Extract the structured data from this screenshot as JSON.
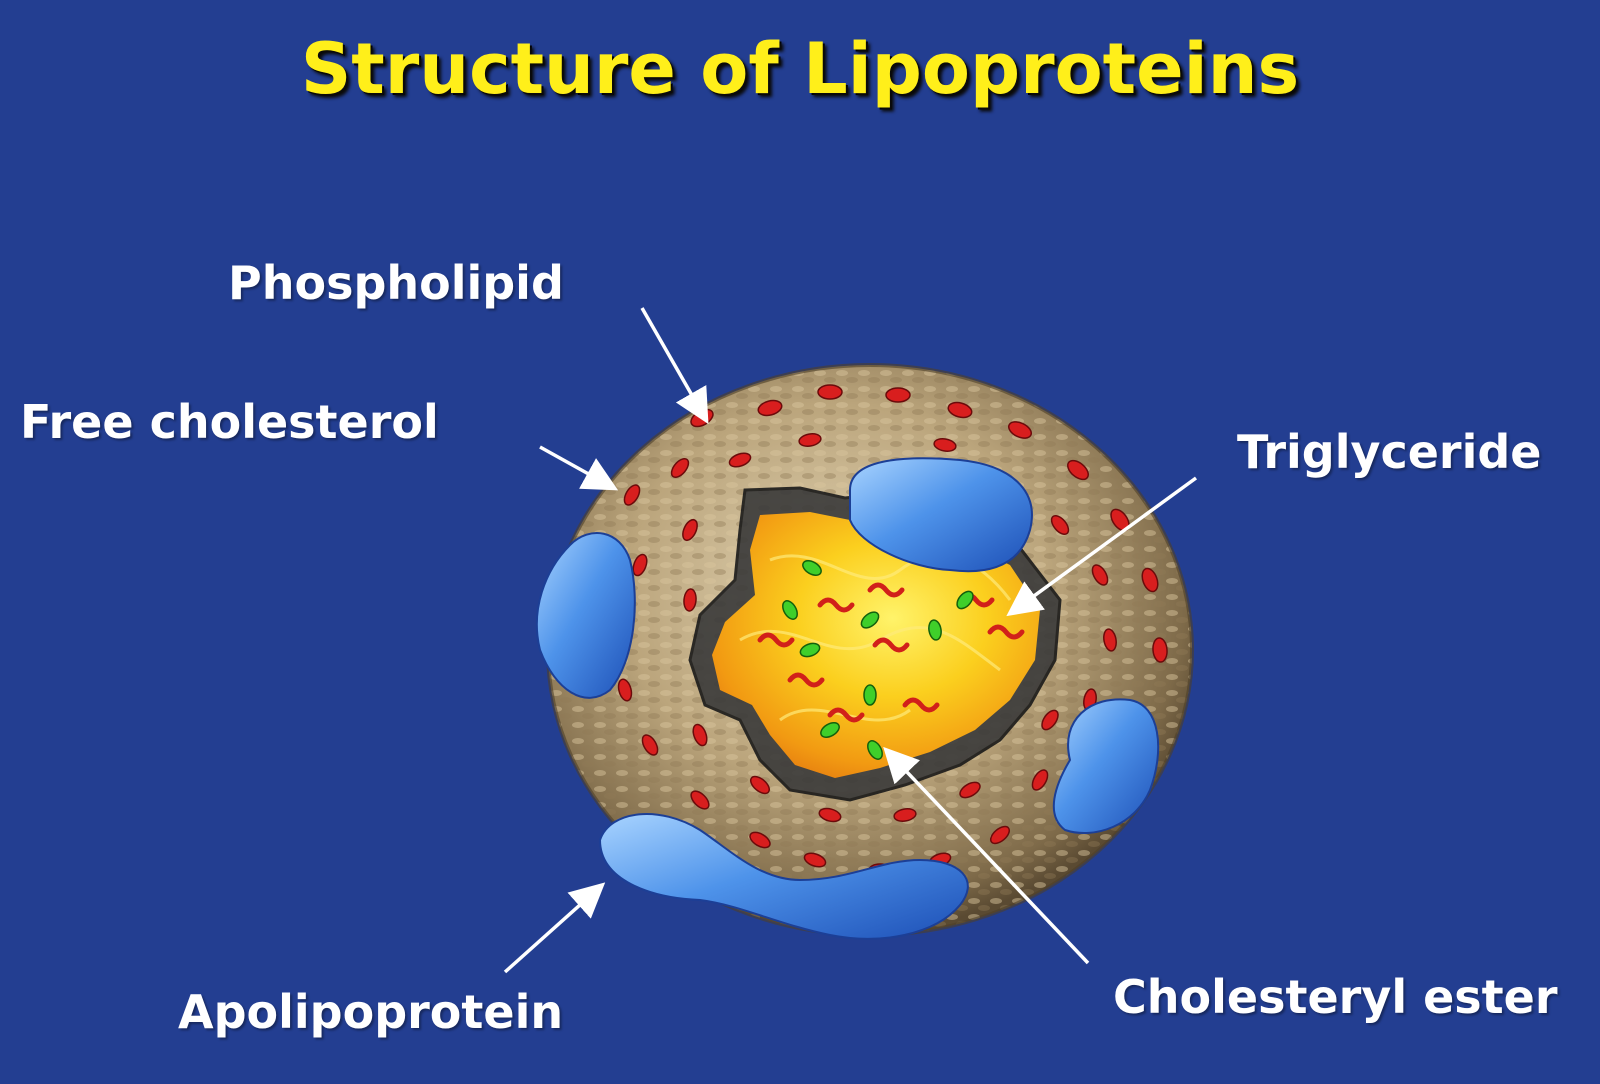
{
  "slide": {
    "title": "Structure of Lipoproteins"
  },
  "labels": {
    "phospholipid": "Phospholipid",
    "free_cholesterol": "Free cholesterol",
    "triglyceride": "Triglyceride",
    "apolipoprotein": "Apolipoprotein",
    "cholesteryl_ester": "Cholesteryl ester"
  },
  "colors": {
    "background": "#233e91",
    "title": "#ffef1a",
    "label": "#ffffff",
    "shell": "#b9a27a",
    "core": "#f7c21a",
    "apoprotein": "#4a8ee8",
    "cholesterol_marks": "#d81e1e",
    "ester_marks": "#3fcf2a"
  }
}
